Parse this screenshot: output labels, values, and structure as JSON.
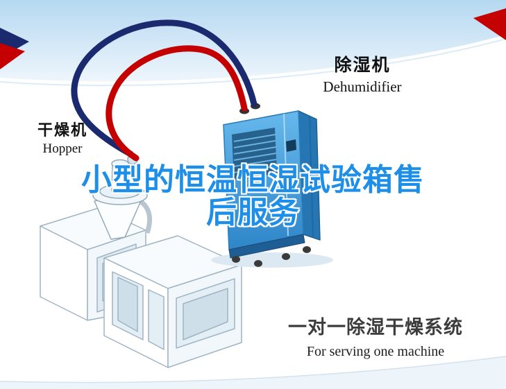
{
  "headline": {
    "line1": "小型的恒温恒湿试验箱售",
    "line2": "后服务",
    "full": "小型的恒温恒湿试验箱售后服务"
  },
  "labels": {
    "dehumidifier": {
      "zh": "除湿机",
      "en": "Dehumidifier"
    },
    "hopper": {
      "zh": "干燥机",
      "en": "Hopper"
    }
  },
  "caption": {
    "zh": "一对一除湿干燥系统",
    "en": "For serving one machine"
  },
  "illustration": {
    "dehumidifier_unit": "dehumidifier-box-illustration",
    "hopper_unit": "hopper-dryer-illustration",
    "machine_unit": "extruder-machine-illustration",
    "pipe_red": "red-hose",
    "pipe_navy": "navy-hose",
    "corner_ribbons": "corner-ribbon-decorations"
  },
  "colors": {
    "headline_blue": "#1e8fe8",
    "pipe_red": "#c40000",
    "pipe_navy": "#1b2a6e",
    "dehumidifier_blue": "#3d96d6",
    "sky_blue": "#bcdcf2",
    "caption_dark": "#3c3c3c"
  }
}
